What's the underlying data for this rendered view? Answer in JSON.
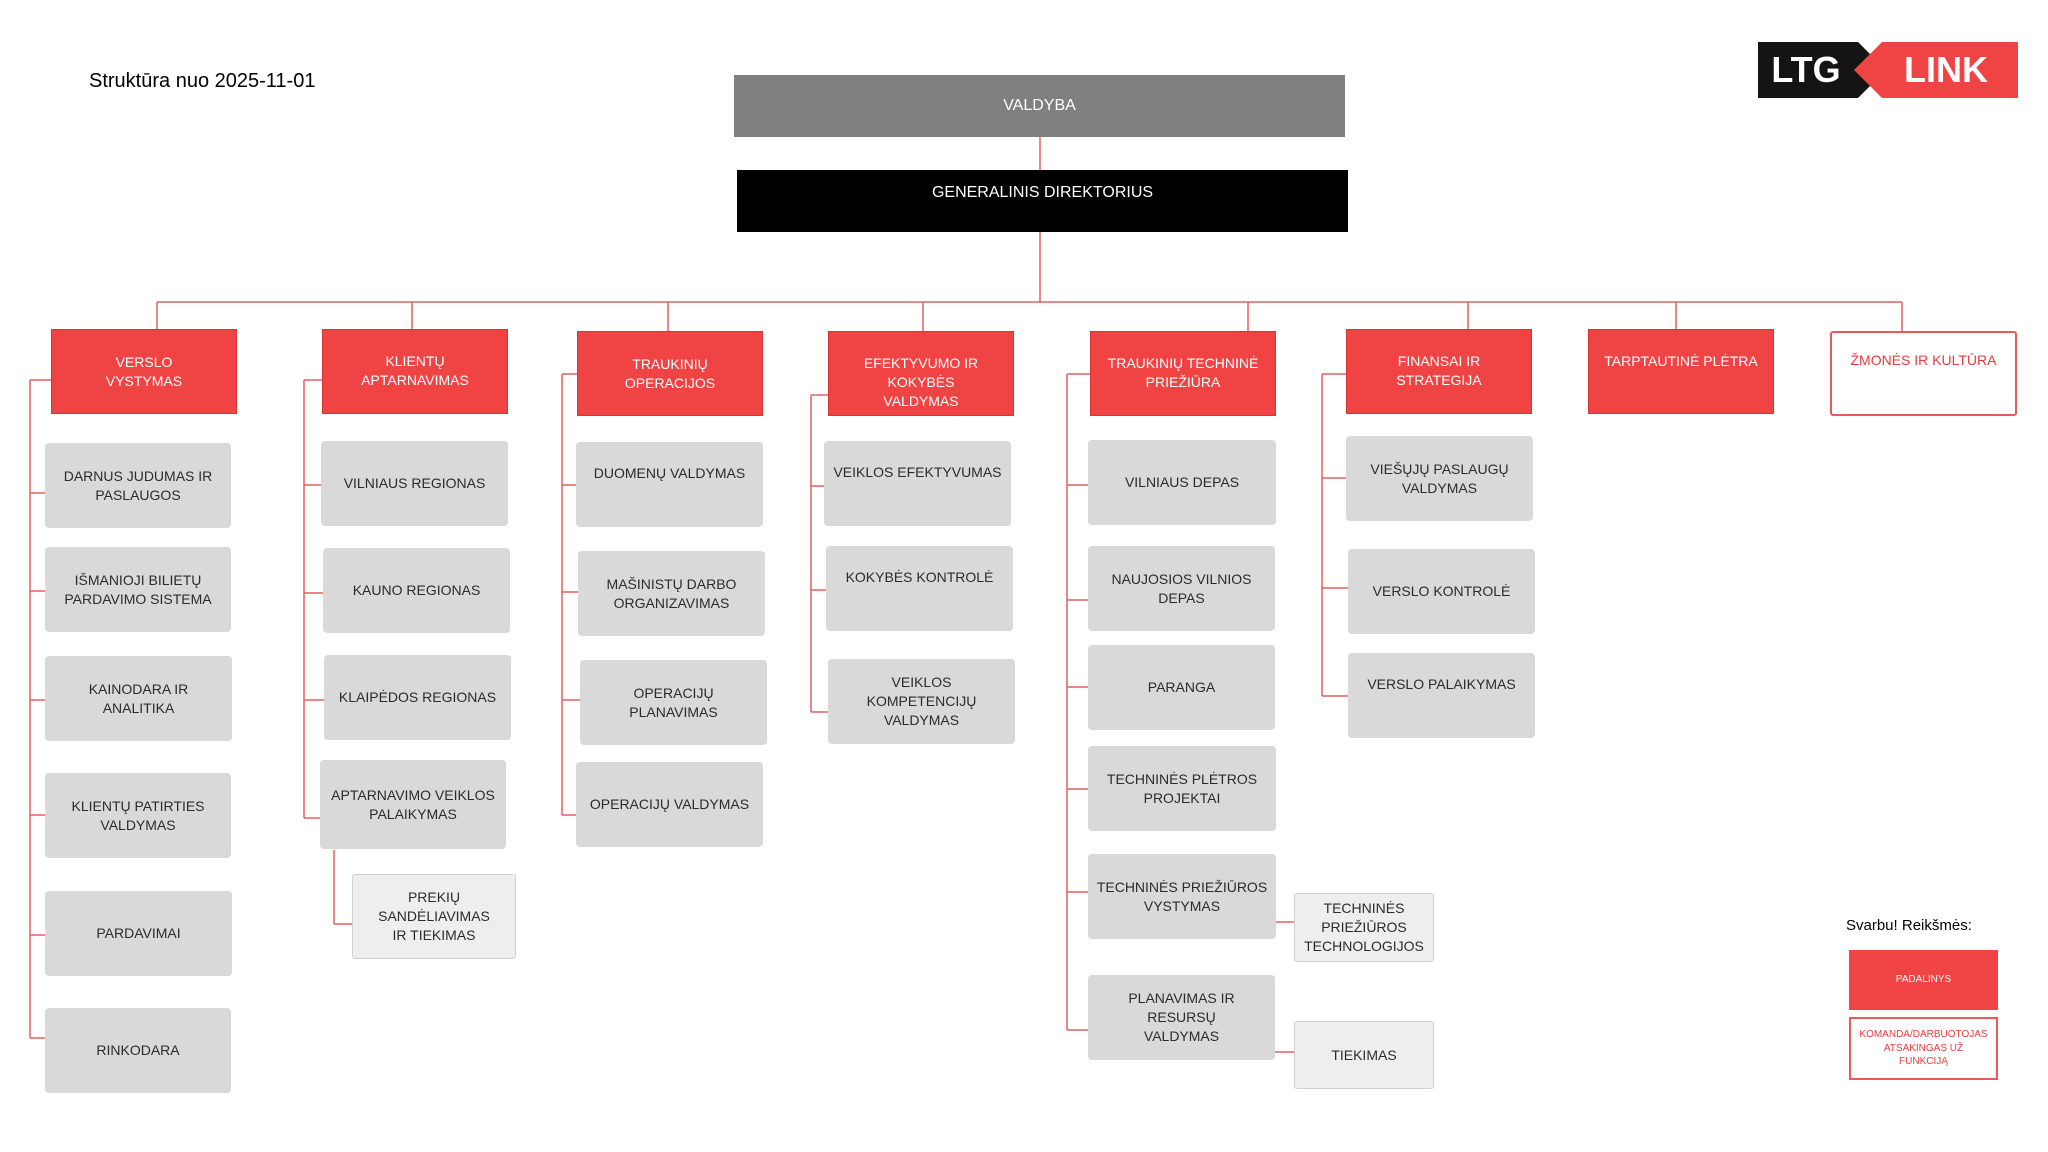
{
  "header": {
    "structure_date": "Struktūra nuo 2025-11-01",
    "logo_text": "LTG LINK",
    "logo_left": "LTG",
    "logo_right": "LINK"
  },
  "colors": {
    "dept_red": "#f04444",
    "board_gray": "#7f7f7f",
    "ceo_black": "#000000",
    "team_gray": "#d9d9d9",
    "connector_red": "#e06060"
  },
  "org": {
    "board": "VALDYBA",
    "ceo": "GENERALINIS DIREKTORIUS",
    "departments": [
      {
        "name": "VERSLO\nVYSTYMAS",
        "teams": [
          "DARNUS JUDUMAS IR\nPASLAUGOS",
          "IŠMANIOJI BILIETŲ\nPARDAVIMO SISTEMA",
          "KAINODARA IR ANALITIKA",
          "KLIENTŲ PATIRTIES\nVALDYMAS",
          "PARDAVIMAI",
          "RINKODARA"
        ]
      },
      {
        "name": "KLIENTŲ APTARNAVIMAS",
        "teams": [
          "VILNIAUS REGIONAS",
          "KAUNO  REGIONAS",
          "KLAIPĖDOS  REGIONAS",
          "APTARNAVIMO VEIKLOS\nPALAIKYMAS"
        ],
        "subteams": [
          "PREKIŲ SANDĖLIAVIMAS\nIR TIEKIMAS"
        ]
      },
      {
        "name": "TRAUKINIŲ\nOPERACIJOS",
        "teams": [
          "DUOMENŲ  VALDYMAS",
          "MAŠINISTŲ DARBO\nORGANIZAVIMAS",
          "OPERACIJŲ  PLANAVIMAS",
          "OPERACIJŲ  VALDYMAS"
        ]
      },
      {
        "name": "EFEKTYVUMO IR KOKYBĖS\nVALDYMAS",
        "teams": [
          "VEIKLOS EFEKTYVUMAS",
          "KOKYBĖS KONTROLĖ",
          "VEIKLOS KOMPETENCIJŲ\nVALDYMAS"
        ]
      },
      {
        "name": "TRAUKINIŲ TECHNINĖ\nPRIEŽIŪRA",
        "teams": [
          "VILNIAUS DEPAS",
          "NAUJOSIOS VILNIOS\nDEPAS",
          "PARANGA",
          "TECHNINĖS PLĖTROS\nPROJEKTAI",
          "TECHNINĖS PRIEŽIŪROS\nVYSTYMAS",
          "PLANAVIMAS IR RESURSŲ\nVALDYMAS"
        ],
        "subteams": [
          "TECHNINĖS\nPRIEŽIŪROS\nTECHNOLOGIJOS",
          "TIEKIMAS"
        ]
      },
      {
        "name": "FINANSAI IR STRATEGIJA",
        "teams": [
          "VIEŠŲJŲ PASLAUGŲ\nVALDYMAS",
          "VERSLO KONTROLĖ",
          "VERSLO PALAIKYMAS"
        ]
      },
      {
        "name": "TARPTAUTINĖ PLĖTRA",
        "teams": []
      },
      {
        "name": "ŽMONĖS IR KULTŪRA",
        "teams": []
      }
    ]
  },
  "legend": {
    "title": "Svarbu! Reikšmės:",
    "department": "PADALINYS",
    "team": "KOMANDA/DARBUOTOJAS\nATSAKINGAS UŽ FUNKCIJĄ"
  }
}
